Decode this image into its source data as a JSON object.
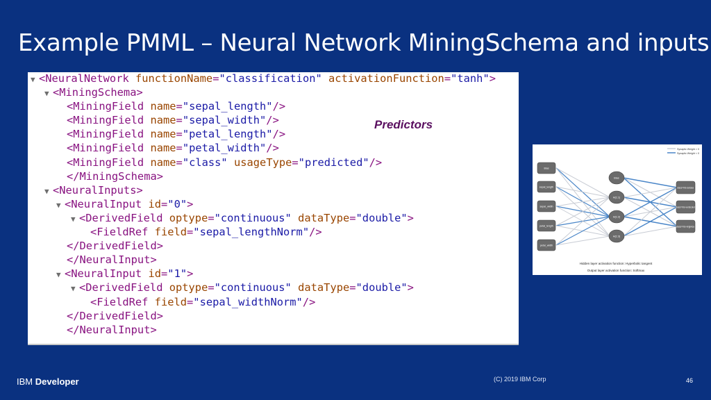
{
  "slide": {
    "title": "Example PMML – Neural Network MiningSchema and inputs",
    "annotation": "Predictors",
    "footer_brand_prefix": "IBM",
    "footer_brand_bold": "Developer",
    "copyright": "(C) 2019 IBM Corp",
    "page_number": "46"
  },
  "code": {
    "lines": [
      {
        "toggle": "▼",
        "tokens": [
          {
            "t": "tag",
            "s": "<NeuralNetwork "
          },
          {
            "t": "attr",
            "s": "functionName"
          },
          {
            "t": "tag",
            "s": "="
          },
          {
            "t": "val",
            "s": "\"classification\""
          },
          {
            "t": "tag",
            "s": " "
          },
          {
            "t": "attr",
            "s": "activationFunction"
          },
          {
            "t": "tag",
            "s": "="
          },
          {
            "t": "val",
            "s": "\"tanh\""
          },
          {
            "t": "tag",
            "s": ">"
          }
        ]
      },
      {
        "toggle": "▼",
        "tokens": [
          {
            "t": "tag",
            "s": "<MiningSchema>"
          }
        ]
      },
      {
        "toggle": "",
        "tokens": [
          {
            "t": "tag",
            "s": "<MiningField "
          },
          {
            "t": "attr",
            "s": "name"
          },
          {
            "t": "tag",
            "s": "="
          },
          {
            "t": "val",
            "s": "\"sepal_length\""
          },
          {
            "t": "tag",
            "s": "/>"
          }
        ]
      },
      {
        "toggle": "",
        "tokens": [
          {
            "t": "tag",
            "s": "<MiningField "
          },
          {
            "t": "attr",
            "s": "name"
          },
          {
            "t": "tag",
            "s": "="
          },
          {
            "t": "val",
            "s": "\"sepal_width\""
          },
          {
            "t": "tag",
            "s": "/>"
          }
        ]
      },
      {
        "toggle": "",
        "tokens": [
          {
            "t": "tag",
            "s": "<MiningField "
          },
          {
            "t": "attr",
            "s": "name"
          },
          {
            "t": "tag",
            "s": "="
          },
          {
            "t": "val",
            "s": "\"petal_length\""
          },
          {
            "t": "tag",
            "s": "/>"
          }
        ]
      },
      {
        "toggle": "",
        "tokens": [
          {
            "t": "tag",
            "s": "<MiningField "
          },
          {
            "t": "attr",
            "s": "name"
          },
          {
            "t": "tag",
            "s": "="
          },
          {
            "t": "val",
            "s": "\"petal_width\""
          },
          {
            "t": "tag",
            "s": "/>"
          }
        ]
      },
      {
        "toggle": "",
        "tokens": [
          {
            "t": "tag",
            "s": "<MiningField "
          },
          {
            "t": "attr",
            "s": "name"
          },
          {
            "t": "tag",
            "s": "="
          },
          {
            "t": "val",
            "s": "\"class\""
          },
          {
            "t": "tag",
            "s": " "
          },
          {
            "t": "attr",
            "s": "usageType"
          },
          {
            "t": "tag",
            "s": "="
          },
          {
            "t": "val",
            "s": "\"predicted\""
          },
          {
            "t": "tag",
            "s": "/>"
          }
        ]
      },
      {
        "toggle": "",
        "tokens": [
          {
            "t": "tag",
            "s": "</MiningSchema>"
          }
        ]
      },
      {
        "toggle": "▼",
        "tokens": [
          {
            "t": "tag",
            "s": "<NeuralInputs>"
          }
        ]
      },
      {
        "toggle": "▼",
        "tokens": [
          {
            "t": "tag",
            "s": "<NeuralInput "
          },
          {
            "t": "attr",
            "s": "id"
          },
          {
            "t": "tag",
            "s": "="
          },
          {
            "t": "val",
            "s": "\"0\""
          },
          {
            "t": "tag",
            "s": ">"
          }
        ]
      },
      {
        "toggle": "▼",
        "tokens": [
          {
            "t": "tag",
            "s": "<DerivedField "
          },
          {
            "t": "attr",
            "s": "optype"
          },
          {
            "t": "tag",
            "s": "="
          },
          {
            "t": "val",
            "s": "\"continuous\""
          },
          {
            "t": "tag",
            "s": " "
          },
          {
            "t": "attr",
            "s": "dataType"
          },
          {
            "t": "tag",
            "s": "="
          },
          {
            "t": "val",
            "s": "\"double\""
          },
          {
            "t": "tag",
            "s": ">"
          }
        ]
      },
      {
        "toggle": "",
        "tokens": [
          {
            "t": "tag",
            "s": "<FieldRef "
          },
          {
            "t": "attr",
            "s": "field"
          },
          {
            "t": "tag",
            "s": "="
          },
          {
            "t": "val",
            "s": "\"sepal_lengthNorm\""
          },
          {
            "t": "tag",
            "s": "/>"
          }
        ]
      },
      {
        "toggle": "",
        "tokens": [
          {
            "t": "tag",
            "s": "</DerivedField>"
          }
        ]
      },
      {
        "toggle": "",
        "tokens": [
          {
            "t": "tag",
            "s": "</NeuralInput>"
          }
        ]
      },
      {
        "toggle": "▼",
        "tokens": [
          {
            "t": "tag",
            "s": "<NeuralInput "
          },
          {
            "t": "attr",
            "s": "id"
          },
          {
            "t": "tag",
            "s": "="
          },
          {
            "t": "val",
            "s": "\"1\""
          },
          {
            "t": "tag",
            "s": ">"
          }
        ]
      },
      {
        "toggle": "▼",
        "tokens": [
          {
            "t": "tag",
            "s": "<DerivedField "
          },
          {
            "t": "attr",
            "s": "optype"
          },
          {
            "t": "tag",
            "s": "="
          },
          {
            "t": "val",
            "s": "\"continuous\""
          },
          {
            "t": "tag",
            "s": " "
          },
          {
            "t": "attr",
            "s": "dataType"
          },
          {
            "t": "tag",
            "s": "="
          },
          {
            "t": "val",
            "s": "\"double\""
          },
          {
            "t": "tag",
            "s": ">"
          }
        ]
      },
      {
        "toggle": "",
        "tokens": [
          {
            "t": "tag",
            "s": "<FieldRef "
          },
          {
            "t": "attr",
            "s": "field"
          },
          {
            "t": "tag",
            "s": "="
          },
          {
            "t": "val",
            "s": "\"sepal_widthNorm\""
          },
          {
            "t": "tag",
            "s": "/>"
          }
        ]
      },
      {
        "toggle": "",
        "tokens": [
          {
            "t": "tag",
            "s": "</DerivedField>"
          }
        ]
      },
      {
        "toggle": "",
        "tokens": [
          {
            "t": "tag",
            "s": "</NeuralInput>"
          }
        ]
      }
    ]
  },
  "diagram": {
    "legend": [
      "Synaptic Weight > 0",
      "Synaptic Weight < 0"
    ],
    "input_nodes": [
      "Bias",
      "sepal_length",
      "sepal_width",
      "petal_length",
      "petal_width"
    ],
    "hidden_nodes": [
      "Bias",
      "H(1:1)",
      "H(1:2)",
      "H(1:3)"
    ],
    "output_nodes": [
      "class=Iris-setosa",
      "class=Iris-versicolor",
      "class=Iris-virginica"
    ],
    "caption_hidden": "Hidden layer activation function: Hyperbolic tangent",
    "caption_output": "Output layer activation function: Softmax",
    "colors": {
      "positive": "#c8ccd4",
      "negative": "#4a86c8",
      "node": "#6b6b6b"
    }
  }
}
